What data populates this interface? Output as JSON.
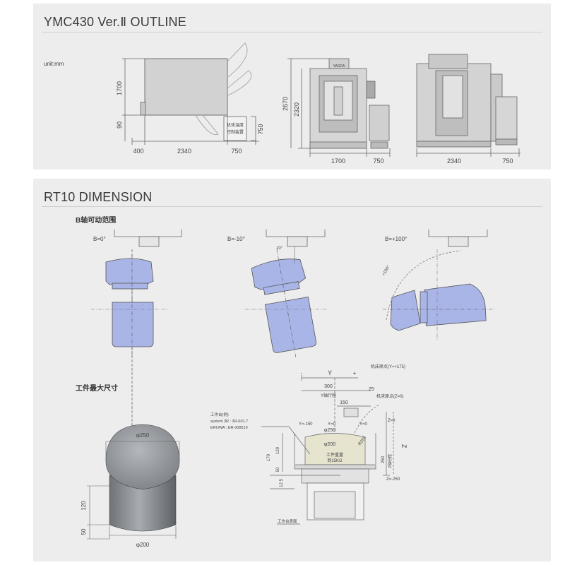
{
  "outline": {
    "title": "YMC430 Ver.Ⅱ OUTLINE",
    "unit": "unit:mm",
    "top_view": {
      "dim_height_1": "1700",
      "dim_height_2": "90",
      "dim_width_1": "400",
      "dim_width_2": "2340",
      "dim_width_3": "750",
      "dim_side": "750",
      "box_line_1": "机体温度",
      "box_line_2": "控制装置"
    },
    "front_view": {
      "dim_height_1": "2670",
      "dim_height_2": "2320",
      "dim_width_1": "1700",
      "dim_width_2": "750",
      "badge": "YASDA"
    },
    "side_view": {
      "dim_width_1": "2340",
      "dim_width_2": "750"
    }
  },
  "rt10": {
    "title": "RT10 DIMENSION",
    "b_axis_title": "B轴可动范围",
    "angle_0": "B=0°",
    "angle_1": "B=-10°",
    "angle_2": "B=+100°",
    "angle_1_mark": "10°",
    "angle_2_mark": "+100°",
    "workpiece_title": "工件最大尺寸",
    "workpiece": {
      "dia_top": "φ250",
      "dia_bottom": "φ200",
      "height_1": "120",
      "height_2": "50"
    },
    "section": {
      "y_label": "Y",
      "plus": "+",
      "minus": "-",
      "origin_label": "机床原点(Y=+175)",
      "dim_300": "300",
      "y_stroke": "Y轴行程",
      "dim_25": "25",
      "origin_z": "机床原点(Z=0)",
      "dim_150": "150",
      "y_minus_150": "Y=-150",
      "y_0a": "Y=0",
      "y_0b": "Y=0",
      "z_0": "Z=0",
      "table_line_1": "工作台(例)",
      "table_line_2": "system 3R : 3R-601.7",
      "table_line_3": "EROWA : ER-008519",
      "dia_250": "φ250",
      "dia_200": "φ200",
      "r_255": "R255",
      "dim_170": "170",
      "dim_120": "120",
      "dim_50": "50",
      "dim_12_5": "12.5",
      "load_1": "工件重量",
      "load_2": "到15KG",
      "z_label": "Z",
      "dim_250": "250",
      "z_stroke": "Z轴行程",
      "z_minus_250": "Z=-250",
      "table_face": "工作台表面"
    }
  }
}
